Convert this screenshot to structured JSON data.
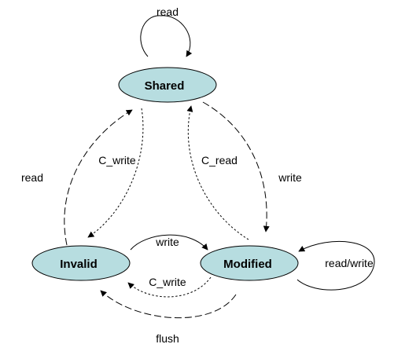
{
  "states": {
    "shared": "Shared",
    "invalid": "Invalid",
    "modified": "Modified"
  },
  "transitions": {
    "shared_self_read": "read",
    "invalid_to_shared_read": "read",
    "shared_to_invalid_c_write": "C_write",
    "modified_to_shared_c_read": "C_read",
    "shared_to_modified_write": "write",
    "invalid_to_modified_write": "write",
    "modified_to_invalid_c_write": "C_write",
    "modified_self_read_write": "read/write",
    "modified_to_invalid_flush": "flush"
  },
  "colors": {
    "state_fill": "#b7dde0",
    "stroke": "#000000",
    "text": "#000000"
  }
}
